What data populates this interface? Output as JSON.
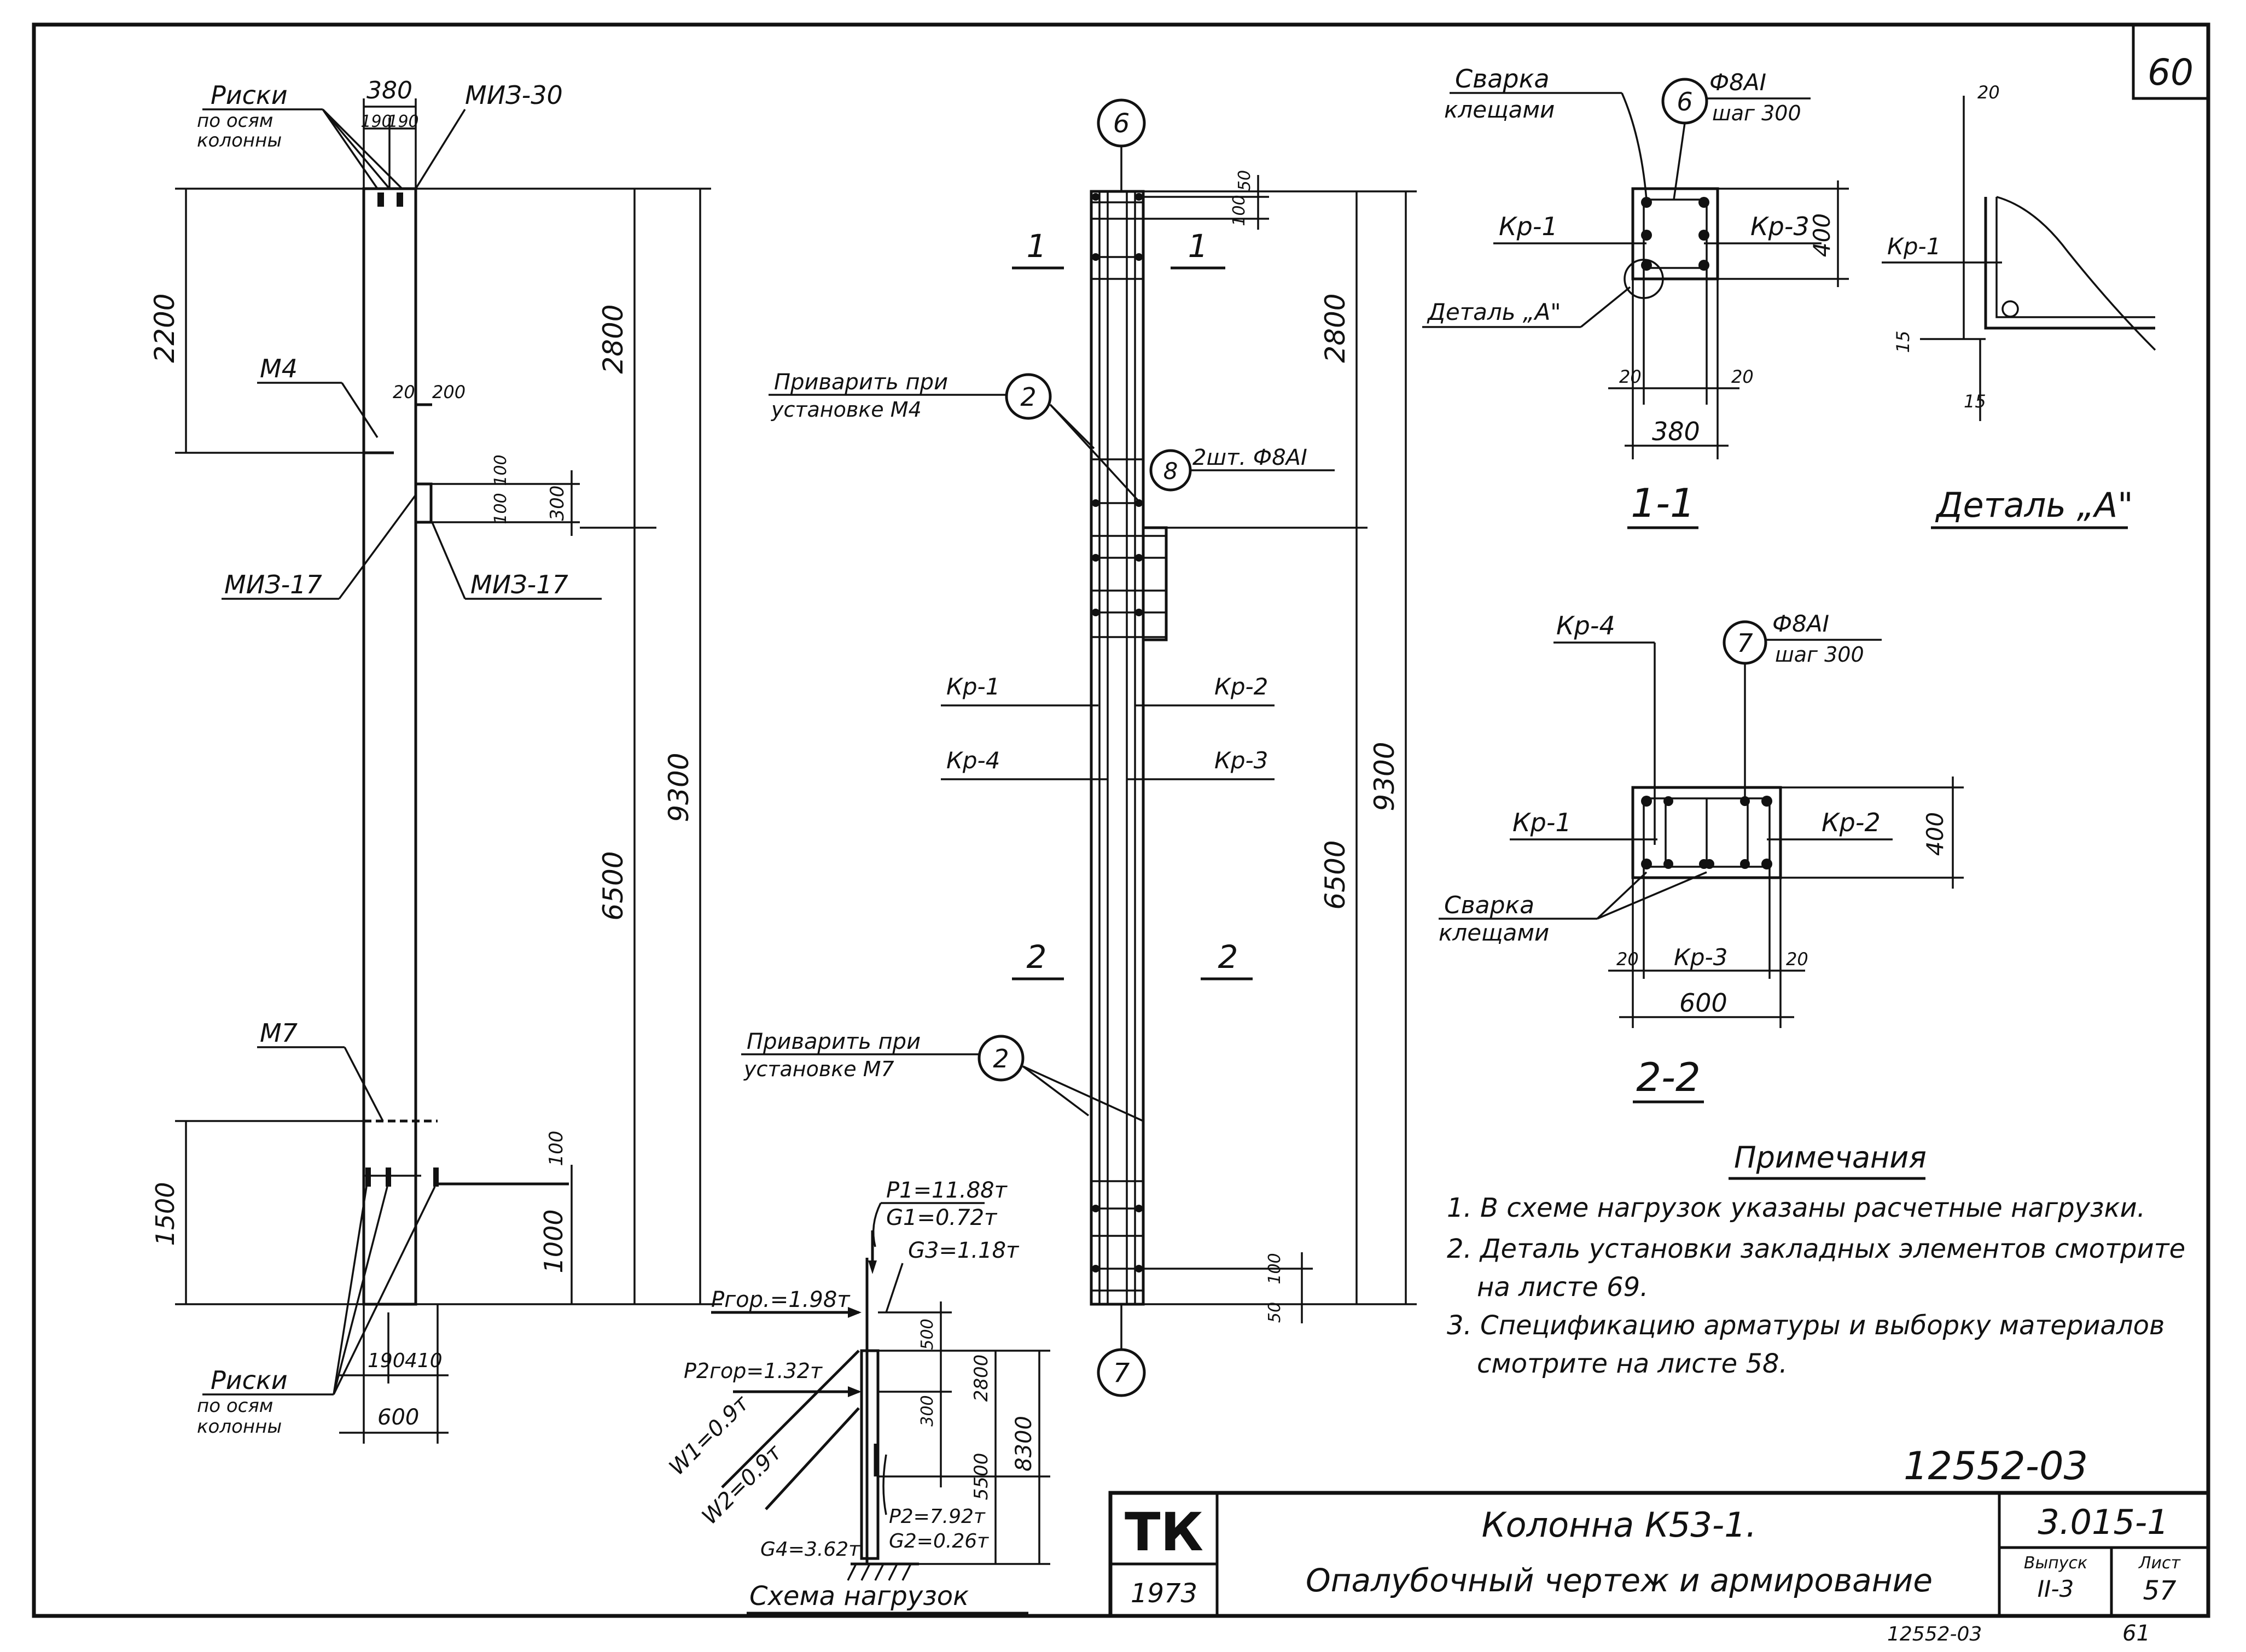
{
  "sheet": {
    "sheet_corner_number": "60",
    "title_block": {
      "logo": "ТК",
      "year": "1973",
      "title_line1": "Колонна К53-1.",
      "title_line2": "Опалубочный чертеж и армирование",
      "series": "3.015-1",
      "issue_label": "Выпуск",
      "issue_value": "II-3",
      "sheet_label": "Лист",
      "sheet_value": "57"
    },
    "archive_number": "12552-03",
    "bottom_stamp": "12552-03",
    "bottom_page": "61"
  },
  "elevation": {
    "risks_top": [
      "Риски",
      "по осям",
      "колонны"
    ],
    "risks_bottom": [
      "Риски",
      "по осям",
      "колонны"
    ],
    "top_width": "380",
    "top_split_left": "190",
    "top_split_right": "190",
    "embed_top": "МИЗ-30",
    "m4": "М4",
    "m4_dims": [
      "20",
      "200"
    ],
    "miz17_left": "МИЗ-17",
    "miz17_right": "МИЗ-17",
    "console_dims": [
      "100",
      "100",
      "300"
    ],
    "m7": "М7",
    "dim_2200": "2200",
    "dim_2800": "2800",
    "dim_6500": "6500",
    "dim_9300": "9300",
    "dim_1500": "1500",
    "dim_1000": "1000",
    "dim_100": "100",
    "bottom_dims": [
      "190",
      "410",
      "600"
    ]
  },
  "reinforcement": {
    "bubble_top": "6",
    "bubble_bottom": "7",
    "cut1": "1",
    "cut2": "2",
    "weld_m4": [
      "Приварить при",
      "установке М4"
    ],
    "weld_m7": [
      "Приварить при",
      "установке М7"
    ],
    "bubble_2": "2",
    "bubble_8": "8",
    "bar_8": "2шт. Ф8АI",
    "kr1": "Кр-1",
    "kr2": "Кр-2",
    "kr3": "Кр-3",
    "kr4": "Кр-4",
    "top_dims": [
      "50",
      "100"
    ],
    "bottom_dims": [
      "100",
      "50"
    ],
    "dim_2800": "2800",
    "dim_6500": "6500",
    "dim_9300": "9300"
  },
  "section_1_1": {
    "weld": [
      "Сварка",
      "клещами"
    ],
    "bubble": "6",
    "bar": "Ф8АI",
    "step": "шаг 300",
    "kr1": "Кр-1",
    "kr3": "Кр-3",
    "detail_ref": "Деталь „А\"",
    "dim_400": "400",
    "dim_20a": "20",
    "dim_20b": "20",
    "dim_380": "380",
    "title": "1-1"
  },
  "detail_a": {
    "dim_20": "20",
    "kr1": "Кр-1",
    "dim_15a": "15",
    "dim_15b": "15",
    "title": "Деталь „А\""
  },
  "section_2_2": {
    "kr4": "Кр-4",
    "bubble": "7",
    "bar": "Ф8АI",
    "step": "шаг 300",
    "kr1": "Кр-1",
    "kr2": "Кр-2",
    "kr3": "Кр-3",
    "weld": [
      "Сварка",
      "клещами"
    ],
    "dim_400": "400",
    "dim_20a": "20",
    "dim_20b": "20",
    "dim_600": "600",
    "title": "2-2"
  },
  "loads": {
    "p1": "P1=11.88т",
    "g1": "G1=0.72т",
    "g3": "G3=1.18т",
    "p_hor": "Pгор.=1.98т",
    "p2_hor": "P2гор=1.32т",
    "w1": "W1=0.9т",
    "w2": "W2=0.9т",
    "g4": "G4=3.62т",
    "p2": "P2=7.92т",
    "g2": "G2=0.26т",
    "dims": [
      "500",
      "300",
      "2800",
      "5500",
      "8300"
    ],
    "title": "Схема нагрузок"
  },
  "notes": {
    "heading": "Примечания",
    "items": [
      "1. В схеме нагрузок указаны расчетные нагрузки.",
      "2. Деталь установки закладных элементов смотрите",
      "на листе 69.",
      "3. Спецификацию арматуры и выборку материалов",
      "смотрите на листе 58."
    ]
  }
}
